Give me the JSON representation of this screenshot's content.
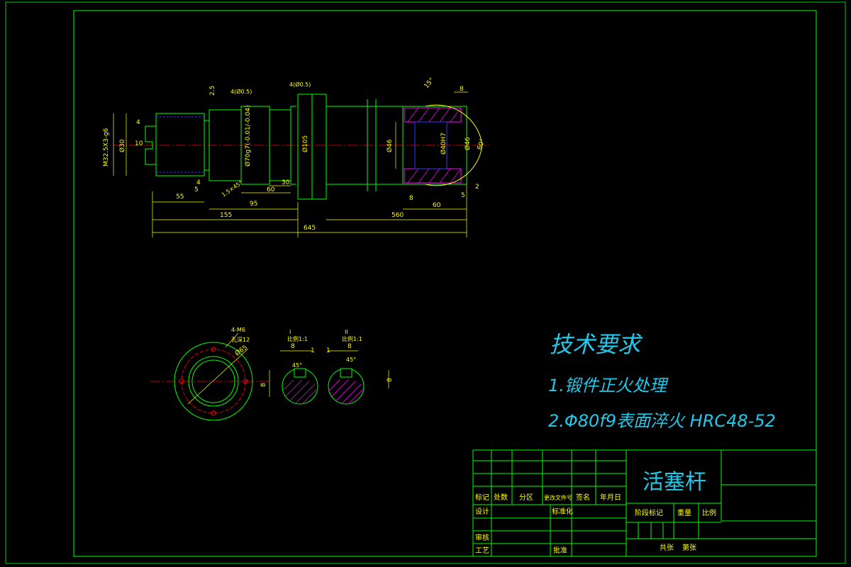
{
  "colors": {
    "background": "#000000",
    "frame": "#00ff00",
    "outline": "#00ff00",
    "dimension": "#ffff00",
    "centerline": "#ff0000",
    "hatch": "#ff00ff",
    "text": "#22c8e8",
    "hidden": "#3333ff"
  },
  "main_view": {
    "thread_label": "M32.5X3-g6",
    "dia_30": "Ø30",
    "dia_70": "Ø70g7(-0.01/-0.04)",
    "dia_105": "Ø105",
    "dia_46": "Ø46",
    "dia_1": "Ø40H7",
    "dia_2": "Ø46",
    "len_55": "55",
    "len_95": "95",
    "len_155": "155",
    "len_645": "645",
    "len_60a": "60",
    "len_30": "30",
    "len_60b": "60",
    "len_560": "560",
    "len_8a": "8",
    "len_8b": "8",
    "len_5a": "5",
    "len_5b": "5",
    "len_4a": "4",
    "len_10": "10",
    "len_4b": "4",
    "len_2_5": "2.5",
    "len_4c": "4(Ø0.5)",
    "len_4d": "4(Ø0.5)",
    "len_2": "2",
    "angle_60": "60°",
    "angle_15": "15°",
    "chamfer": "1.5×45°"
  },
  "section_views": {
    "face_label": "4-M6",
    "face_depth": "孔深12",
    "face_dia": "Ø65",
    "sec1_title": "I",
    "sec1_sub": "比例1:1",
    "sec2_title": "II",
    "sec2_sub": "比例1:1",
    "num_1a": "1",
    "num_1b": "1",
    "num_8a": "8",
    "num_8b": "8",
    "num_8c": "8",
    "num_8d": "8",
    "ang_45a": "45°",
    "ang_45b": "45°"
  },
  "tech_requirements": {
    "title": "技术要求",
    "item1": "1.锻件正火处理",
    "item2": "2.Φ80f9表面淬火 HRC48-52"
  },
  "title_block": {
    "part_name": "活塞杆",
    "mark": "标记",
    "count": "处数",
    "zone": "分区",
    "doc_no": "更改文件号",
    "sign": "签名",
    "date": "年月日",
    "design": "设计",
    "standard": "标准化",
    "check": "审核",
    "process": "工艺",
    "approve": "批准",
    "stage": "阶段标记",
    "weight": "重量",
    "scale": "比例",
    "total": "共张",
    "sheet": "第张"
  }
}
